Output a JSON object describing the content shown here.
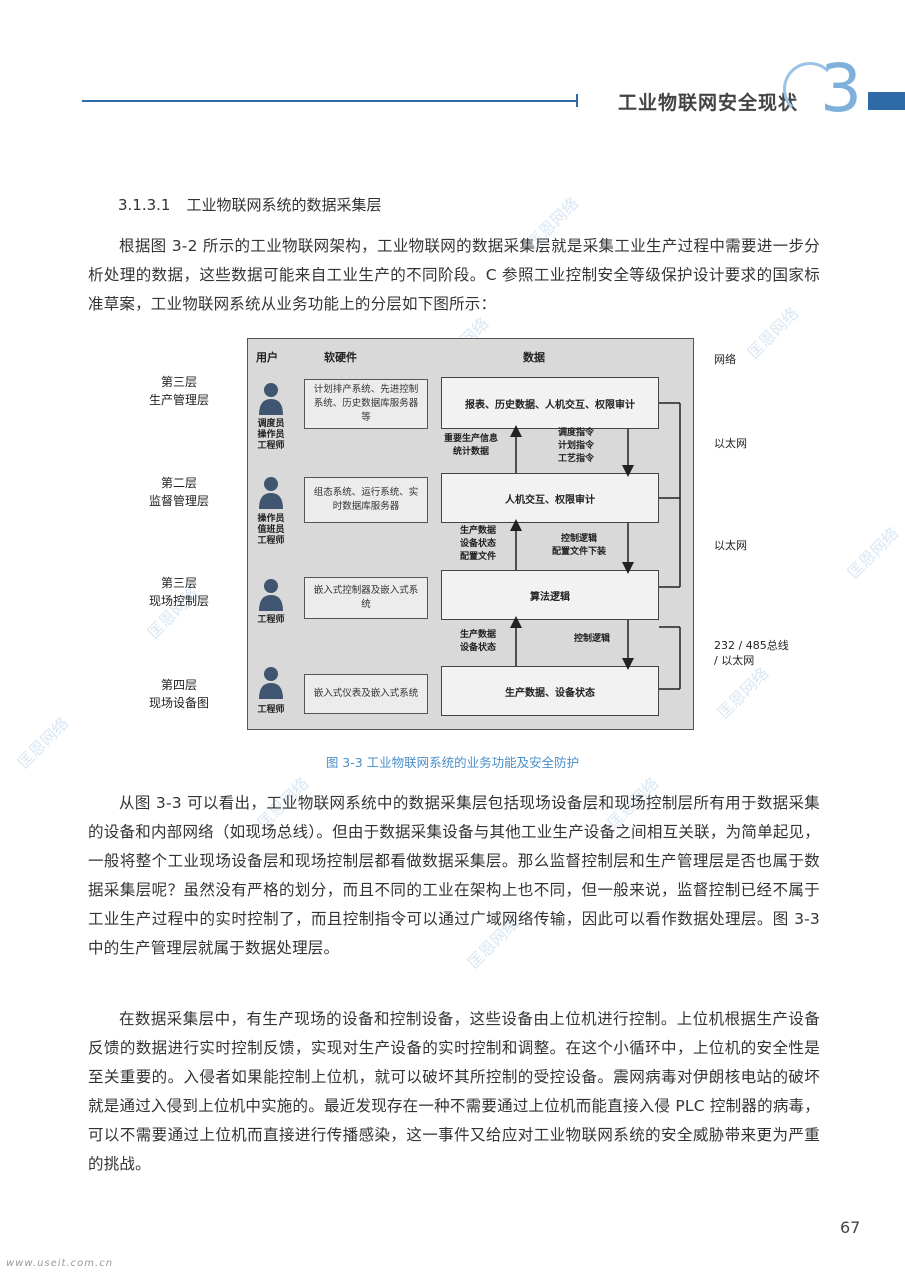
{
  "header": {
    "title": "工业物联网安全现状",
    "chapter": "3"
  },
  "section": {
    "number": "3.1.3.1",
    "title": "工业物联网系统的数据采集层"
  },
  "paragraphs": {
    "p1": "根据图 3-2 所示的工业物联网架构，工业物联网的数据采集层就是采集工业生产过程中需要进一步分析处理的数据，这些数据可能来自工业生产的不同阶段。C 参照工业控制安全等级保护设计要求的国家标准草案，工业物联网系统从业务功能上的分层如下图所示：",
    "p2": "从图 3-3 可以看出，工业物联网系统中的数据采集层包括现场设备层和现场控制层所有用于数据采集的设备和内部网络（如现场总线）。但由于数据采集设备与其他工业生产设备之间相互关联，为简单起见，一般将整个工业现场设备层和现场控制层都看做数据采集层。那么监督控制层和生产管理层是否也属于数据采集层呢？虽然没有严格的划分，而且不同的工业在架构上也不同，但一般来说，监督控制已经不属于工业生产过程中的实时控制了，而且控制指令可以通过广域网络传输，因此可以看作数据处理层。图 3-3 中的生产管理层就属于数据处理层。",
    "p3": "在数据采集层中，有生产现场的设备和控制设备，这些设备由上位机进行控制。上位机根据生产设备反馈的数据进行实时控制反馈，实现对生产设备的实时控制和调整。在这个小循环中，上位机的安全性是至关重要的。入侵者如果能控制上位机，就可以破坏其所控制的受控设备。震网病毒对伊朗核电站的破坏就是通过入侵到上位机中实施的。最近发现存在一种不需要通过上位机而能直接入侵 PLC 控制器的病毒，可以不需要通过上位机而直接进行传播感染，这一事件又给应对工业物联网系统的安全威胁带来更为严重的挑战。"
  },
  "figure": {
    "columns": {
      "user": "用户",
      "software": "软硬件",
      "data": "数据"
    },
    "layers": [
      {
        "line1": "第三层",
        "line2": "生产管理层",
        "roles": [
          "调度员",
          "操作员",
          "工程师"
        ],
        "software": "计划排产系统、先进控制系统、历史数据库服务器等",
        "data": "报表、历史数据、人机交互、权限审计"
      },
      {
        "line1": "第二层",
        "line2": "监督管理层",
        "roles": [
          "操作员",
          "值班员",
          "工程师"
        ],
        "software": "组态系统、运行系统、实时数据库服务器",
        "data": "人机交互、权限审计"
      },
      {
        "line1": "第三层",
        "line2": "现场控制层",
        "roles": [
          "工程师"
        ],
        "software": "嵌入式控制器及嵌入式系统",
        "data": "算法逻辑"
      },
      {
        "line1": "第四层",
        "line2": "现场设备图",
        "roles": [
          "工程师"
        ],
        "software": "嵌入式仪表及嵌入式系统",
        "data": "生产数据、设备状态"
      }
    ],
    "annotations": {
      "up1": [
        "重要生产信息",
        "统计数据"
      ],
      "down1": [
        "调度指令",
        "计划指令",
        "工艺指令"
      ],
      "up2": [
        "生产数据",
        "设备状态",
        "配置文件"
      ],
      "down2": [
        "控制逻辑",
        "配置文件下装"
      ],
      "up3": [
        "生产数据",
        "设备状态"
      ],
      "down3": [
        "控制逻辑"
      ]
    },
    "networks": {
      "n1": "网络",
      "n2": "以太网",
      "n3": "以太网",
      "n4a": "232 / 485总线",
      "n4b": "/ 以太网"
    },
    "caption": "图 3-3 工业物联网系统的业务功能及安全防护"
  },
  "footer": {
    "page": "67",
    "url": "www.useit.com.cn"
  },
  "watermark": "匡恩网络"
}
